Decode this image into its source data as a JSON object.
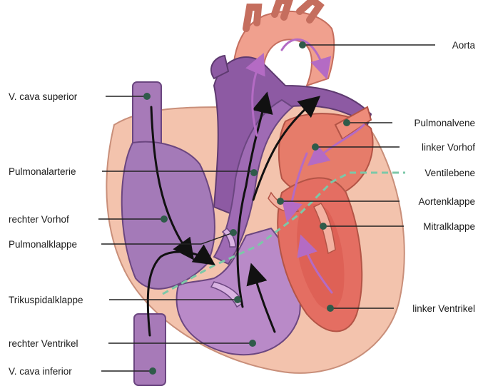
{
  "labels": {
    "vena_cava_superior": "V. cava superior",
    "pulmonalarterie": "Pulmonalarterie",
    "rechter_vorhof": "rechter Vorhof",
    "pulmonalklappe": "Pulmonalklappe",
    "trikuspidalklappe": "Trikuspidalklappe",
    "rechter_ventrikel": "rechter Ventrikel",
    "vena_cava_inferior": "V. cava inferior",
    "aorta": "Aorta",
    "pulmonalvene": "Pulmonalvene",
    "linker_vorhof": "linker Vorhof",
    "ventilebene": "Ventilebene",
    "aortenklappe": "Aortenklappe",
    "mitralklappe": "Mitralklappe",
    "linker_ventrikel": "linker Ventrikel"
  },
  "colors": {
    "deoxygenated": "#9a5ea8",
    "oxygenated": "#e07a6a",
    "tissue": "#f3c3ad",
    "leader_dot": "#2f5b4a",
    "valve_plane": "#7cc8a8",
    "flow_arrow_right": "#111111",
    "flow_arrow_left": "#b46bc4"
  }
}
